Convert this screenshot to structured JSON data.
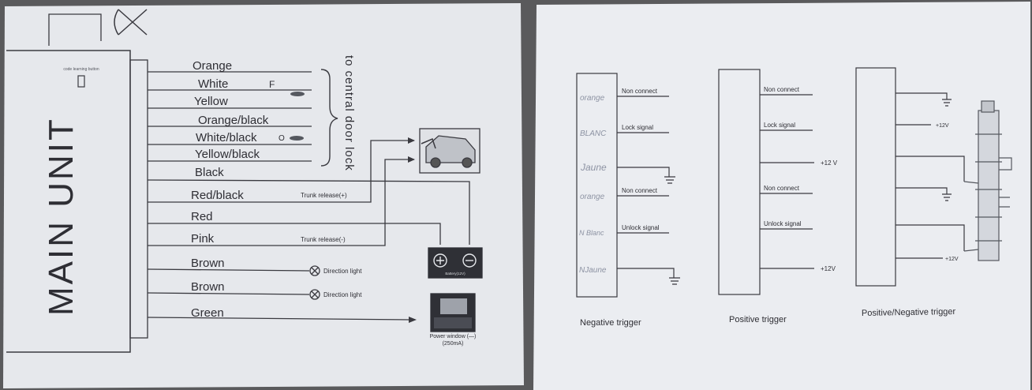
{
  "left_page": {
    "main_unit_label": "MAIN UNIT",
    "learning_button_label": "code learning button",
    "wires": [
      {
        "name": "Orange"
      },
      {
        "name": "White",
        "mark": "F"
      },
      {
        "name": "Yellow"
      },
      {
        "name": "Orange/black"
      },
      {
        "name": "White/black",
        "mark": "O"
      },
      {
        "name": "Yellow/black"
      },
      {
        "name": "Black"
      },
      {
        "name": "Red/black",
        "note": "Trunk release(+)"
      },
      {
        "name": "Red"
      },
      {
        "name": "Pink",
        "note": "Trunk release(-)"
      },
      {
        "name": "Brown",
        "note": "Direction light"
      },
      {
        "name": "Brown",
        "note": "Direction light"
      },
      {
        "name": "Green"
      }
    ],
    "central_lock_label": "to central door lock",
    "battery_label": "Battery(12V)",
    "power_window_label": "Power window (—)",
    "power_window_current": "(250mA)"
  },
  "right_page": {
    "negative_trigger": {
      "caption": "Negative trigger",
      "handwritten_labels": [
        "orange",
        "BLANC",
        "Jaune",
        "orange",
        "N Blanc",
        "NJaune"
      ],
      "signals": [
        "Non connect",
        "Lock signal",
        "",
        "Non connect",
        "Unlock signal",
        ""
      ]
    },
    "positive_trigger": {
      "caption": "Positive  trigger",
      "signals": [
        "Non connect",
        "Lock signal",
        "+12 V",
        "Non connect",
        "Unlock signal",
        "+12V"
      ]
    },
    "pos_neg_trigger": {
      "caption": "Positive/Negative trigger",
      "labels": [
        "+12V",
        "+12V"
      ]
    }
  },
  "colors": {
    "paper": "#e9ebef",
    "ink": "#3a3a40",
    "pencil": "#8d93a3",
    "background": "#5a5a5c"
  }
}
